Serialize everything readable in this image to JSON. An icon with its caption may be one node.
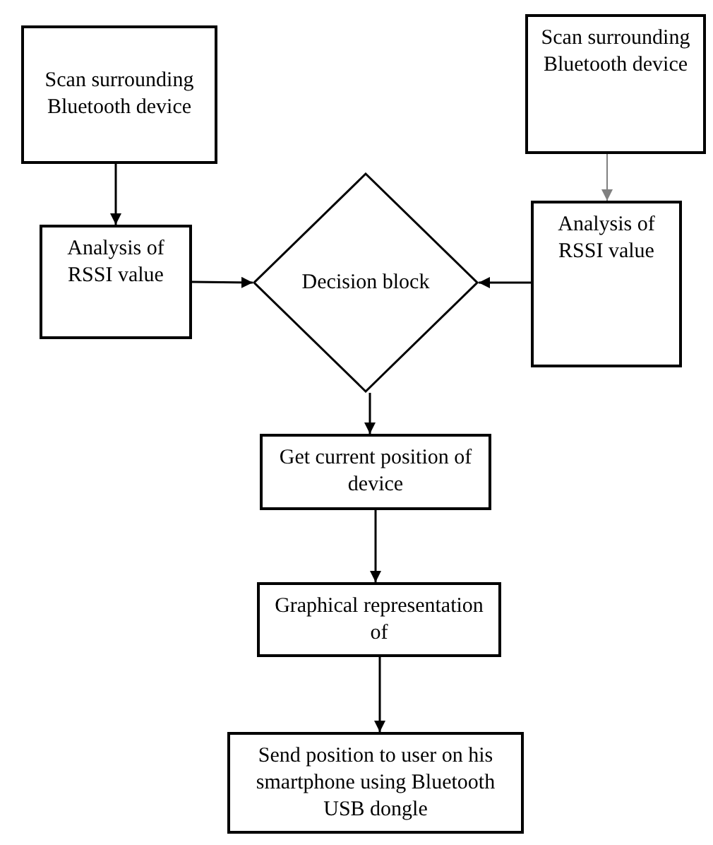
{
  "diagram": {
    "nodes": [
      {
        "text": [
          "Scan surrounding Bluetooth device"
        ]
      },
      {
        "text": [
          "Scan surrounding Bluetooth device"
        ]
      },
      {
        "text": [
          "Analysis of RSSI value"
        ]
      },
      {
        "text": [
          "Decision block"
        ]
      },
      {
        "text": [
          "Analysis of RSSI value"
        ]
      },
      {
        "text": [
          "Get current position of device"
        ]
      },
      {
        "text": [
          "Graphical representation of"
        ]
      },
      {
        "text": [
          "Send position to user on his smartphone using Bluetooth USB dongle"
        ]
      }
    ],
    "edges": [
      {
        "from": 0,
        "to": 2,
        "arrow": "to"
      },
      {
        "from": 1,
        "to": 4,
        "arrow": "to",
        "color": "#808080"
      },
      {
        "from": 2,
        "to": 3,
        "arrow": "to"
      },
      {
        "from": 4,
        "to": 3,
        "arrow": "to"
      },
      {
        "from": 3,
        "to": 5,
        "arrow": "to"
      },
      {
        "from": 5,
        "to": 6,
        "arrow": "to"
      },
      {
        "from": 6,
        "to": 7,
        "arrow": "to"
      }
    ]
  }
}
